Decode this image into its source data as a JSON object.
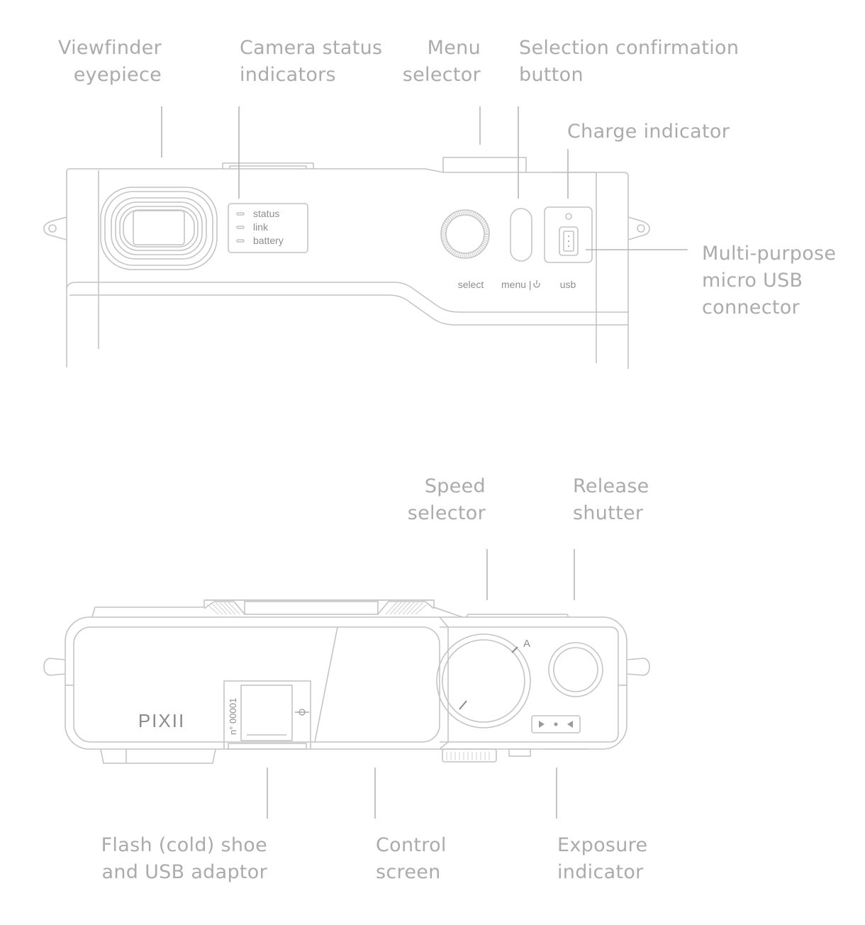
{
  "top_view": {
    "callouts": {
      "viewfinder": [
        "Viewfinder",
        "eyepiece"
      ],
      "status_indicators": [
        "Camera status",
        "indicators"
      ],
      "menu_selector": [
        "Menu",
        "selector"
      ],
      "confirm_button": [
        "Selection confirmation",
        "button"
      ],
      "charge_indicator": [
        "Charge indicator"
      ],
      "usb_connector": [
        "Multi-purpose",
        "micro USB",
        "connector"
      ]
    },
    "panel_labels": {
      "status": "status",
      "link": "link",
      "battery": "battery",
      "select": "select",
      "menu": "menu |",
      "usb": "usb"
    }
  },
  "bottom_view": {
    "callouts": {
      "speed_selector": [
        "Speed",
        "selector"
      ],
      "release_shutter": [
        "Release",
        "shutter"
      ],
      "flash_shoe": [
        "Flash (cold) shoe",
        "and USB adaptor"
      ],
      "control_screen": [
        "Control",
        "screen"
      ],
      "exposure_indicator": [
        "Exposure",
        "indicator"
      ]
    },
    "body_labels": {
      "brand": "PIXII",
      "serial": "n° 00001",
      "dial_mark": "A"
    }
  }
}
